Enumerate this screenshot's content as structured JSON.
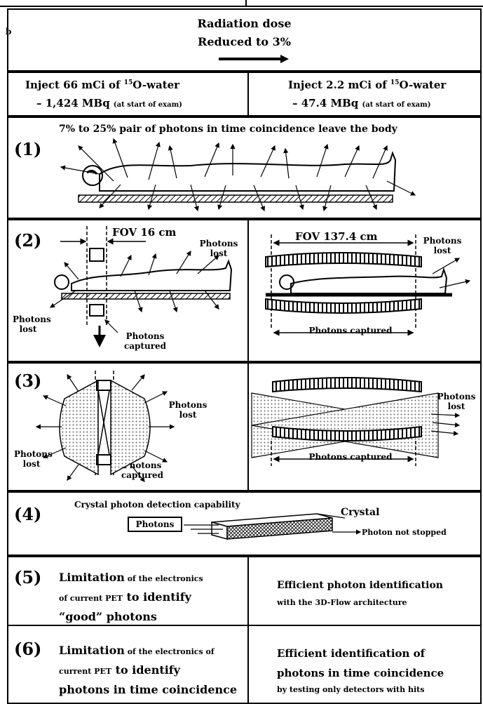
{
  "header": {
    "fragment_left": "b",
    "dose_line1": "Radiation dose",
    "dose_line2": "Reduced to 3%"
  },
  "inject": {
    "left_line1": "Inject 66 mCi of ",
    "left_sup": "15",
    "left_line1b": "O-water",
    "left_line2": "– 1,424 MBq",
    "left_note": "(at start of exam)",
    "right_line1": "Inject 2.2 mCi of ",
    "right_sup": "15",
    "right_line1b": "O-water",
    "right_line2": "– 47.4 MBq",
    "right_note": "(at start of exam)"
  },
  "row1": {
    "num": "(1)",
    "title": "7% to 25% pair of photons in time coincidence leave the body"
  },
  "row2": {
    "num": "(2)",
    "left_fov": "FOV 16 cm",
    "left_lost_top": "Photons lost",
    "left_lost_bottom": "Photons lost",
    "left_captured": "Photons captured",
    "right_fov": "FOV 137.4 cm",
    "right_lost": "Photons lost",
    "right_captured": "Photons captured"
  },
  "row3": {
    "num": "(3)",
    "left_lost_right": "Photons lost",
    "left_lost_left": "Photons lost",
    "left_captured": "Photons captured",
    "right_lost": "Photons lost",
    "right_captured": "Photons captured"
  },
  "row4": {
    "num": "(4)",
    "caption": "Crystal photon detection capability",
    "photons_box": "Photons",
    "crystal": "Crystal",
    "not_stopped": "Photon not stopped"
  },
  "row5": {
    "num": "(5)",
    "left_a": "Limitation",
    "left_b": " of the electronics",
    "left_c": "of current PET",
    "left_d": " to identify",
    "left_e": "“good” photons",
    "right_a": "Efficient photon identification",
    "right_b": "with the 3D-Flow architecture"
  },
  "row6": {
    "num": "(6)",
    "left_a": "Limitation",
    "left_b": " of the electronics of",
    "left_c": "current PET",
    "left_d": " to identify",
    "left_e": "photons in time coincidence",
    "right_a": "Efficient identification of",
    "right_b": "photons in time coincidence",
    "right_c": "by testing only detectors with hits"
  }
}
